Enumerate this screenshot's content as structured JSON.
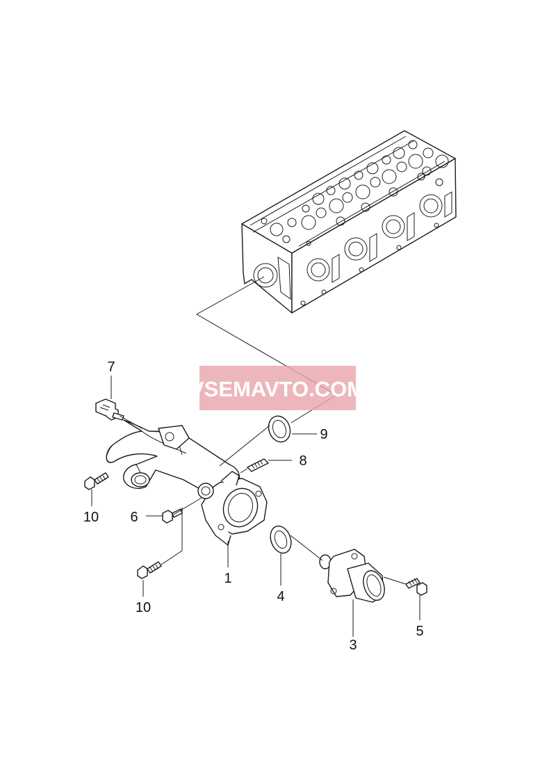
{
  "watermark": {
    "text": "VSEMAVTO.COM",
    "color": "#e9a6ac"
  },
  "callouts": [
    {
      "id": "label-1",
      "text": "1"
    },
    {
      "id": "label-3",
      "text": "3"
    },
    {
      "id": "label-4",
      "text": "4"
    },
    {
      "id": "label-5",
      "text": "5"
    },
    {
      "id": "label-6",
      "text": "6"
    },
    {
      "id": "label-7",
      "text": "7"
    },
    {
      "id": "label-8",
      "text": "8"
    },
    {
      "id": "label-9",
      "text": "9"
    },
    {
      "id": "label-10a",
      "text": "10"
    },
    {
      "id": "label-10b",
      "text": "10"
    }
  ]
}
